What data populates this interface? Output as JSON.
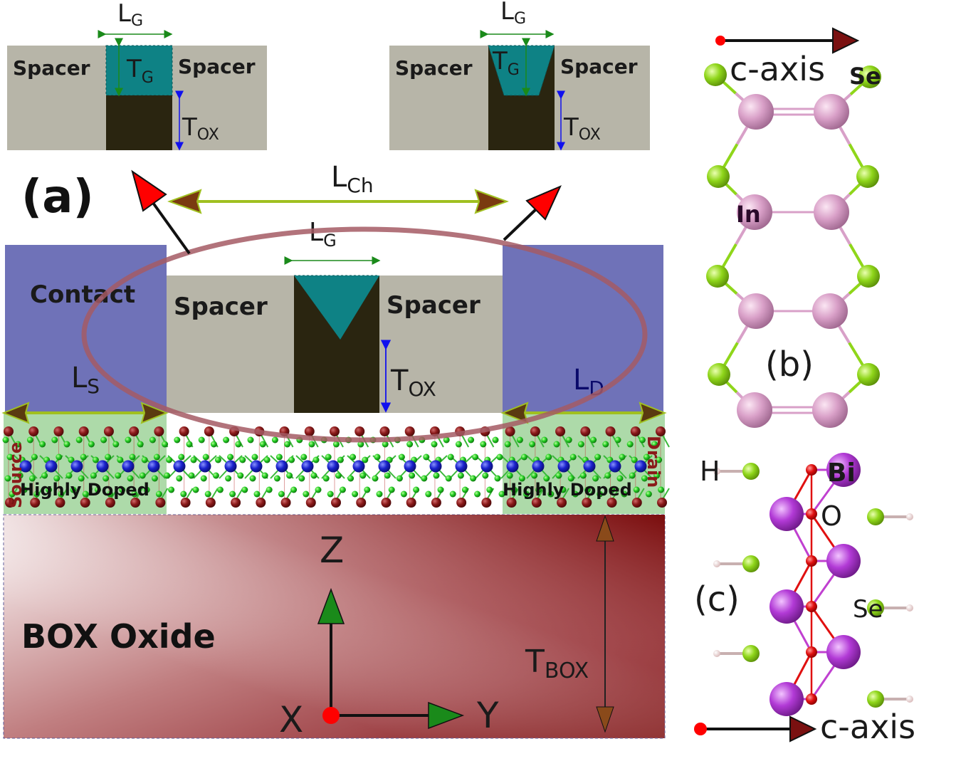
{
  "panel_a": {
    "label": "(a)",
    "inset_left": {
      "spacer_left": "Spacer",
      "spacer_right": "Spacer",
      "lg": "L",
      "lg_sub": "G",
      "tg": "T",
      "tg_sub": "G",
      "tox": "T",
      "tox_sub": "OX"
    },
    "inset_right": {
      "spacer_left": "Spacer",
      "spacer_right": "Spacer",
      "lg": "L",
      "lg_sub": "G",
      "tg": "T",
      "tg_sub": "G",
      "tox": "T",
      "tox_sub": "OX"
    },
    "lch": "L",
    "lch_sub": "Ch",
    "lg": "L",
    "lg_sub": "G",
    "contact": "Contact",
    "spacer_left": "Spacer",
    "spacer_right": "Spacer",
    "tox": "T",
    "tox_sub": "OX",
    "ls": "L",
    "ls_sub": "S",
    "ld": "L",
    "ld_sub": "D",
    "source": "Source",
    "drain": "Drain",
    "doped_left": "Highly Doped",
    "doped_right": "Highly Doped",
    "box": "BOX Oxide",
    "tbox": "T",
    "tbox_sub": "BOX",
    "axis_z": "Z",
    "axis_x": "X",
    "axis_y": "Y"
  },
  "panel_b": {
    "label": "(b)",
    "caxis": "c-axis",
    "se": "Se",
    "in": "In"
  },
  "panel_c": {
    "label": "(c)",
    "caxis": "c-axis",
    "h": "H",
    "bi": "Bi",
    "o": "O",
    "se": "Se"
  },
  "colors": {
    "spacer": "#b7b5a8",
    "gate": "#0e8285",
    "oxide": "#2a2510",
    "contact": "#6f72b8",
    "doped": "#9fd39a",
    "box_dark": "#7a0d0d",
    "atom_in": "#d9a0c8",
    "atom_se": "#8fd61a",
    "atom_bi": "#b23ad6",
    "atom_o": "#e01010",
    "atom_h": "#f0d8d8",
    "atom_blue": "#1a22cc",
    "atom_maroon": "#8a1a1a",
    "arrow_red": "#ff0000",
    "arrow_green": "#1a8a1a",
    "ellipse": "#a55a64"
  }
}
